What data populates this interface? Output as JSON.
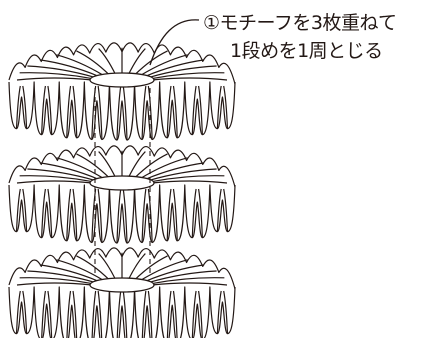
{
  "annotation": {
    "line1": "①モチーフを3枚重ねて",
    "line2": "1段めを1周とじる"
  },
  "motifs": [
    {
      "name": "motif-1",
      "role": "top layer"
    },
    {
      "name": "motif-2",
      "role": "middle layer"
    },
    {
      "name": "motif-3",
      "role": "bottom layer"
    }
  ],
  "colors": {
    "ink": "#231815",
    "background": "#ffffff"
  }
}
